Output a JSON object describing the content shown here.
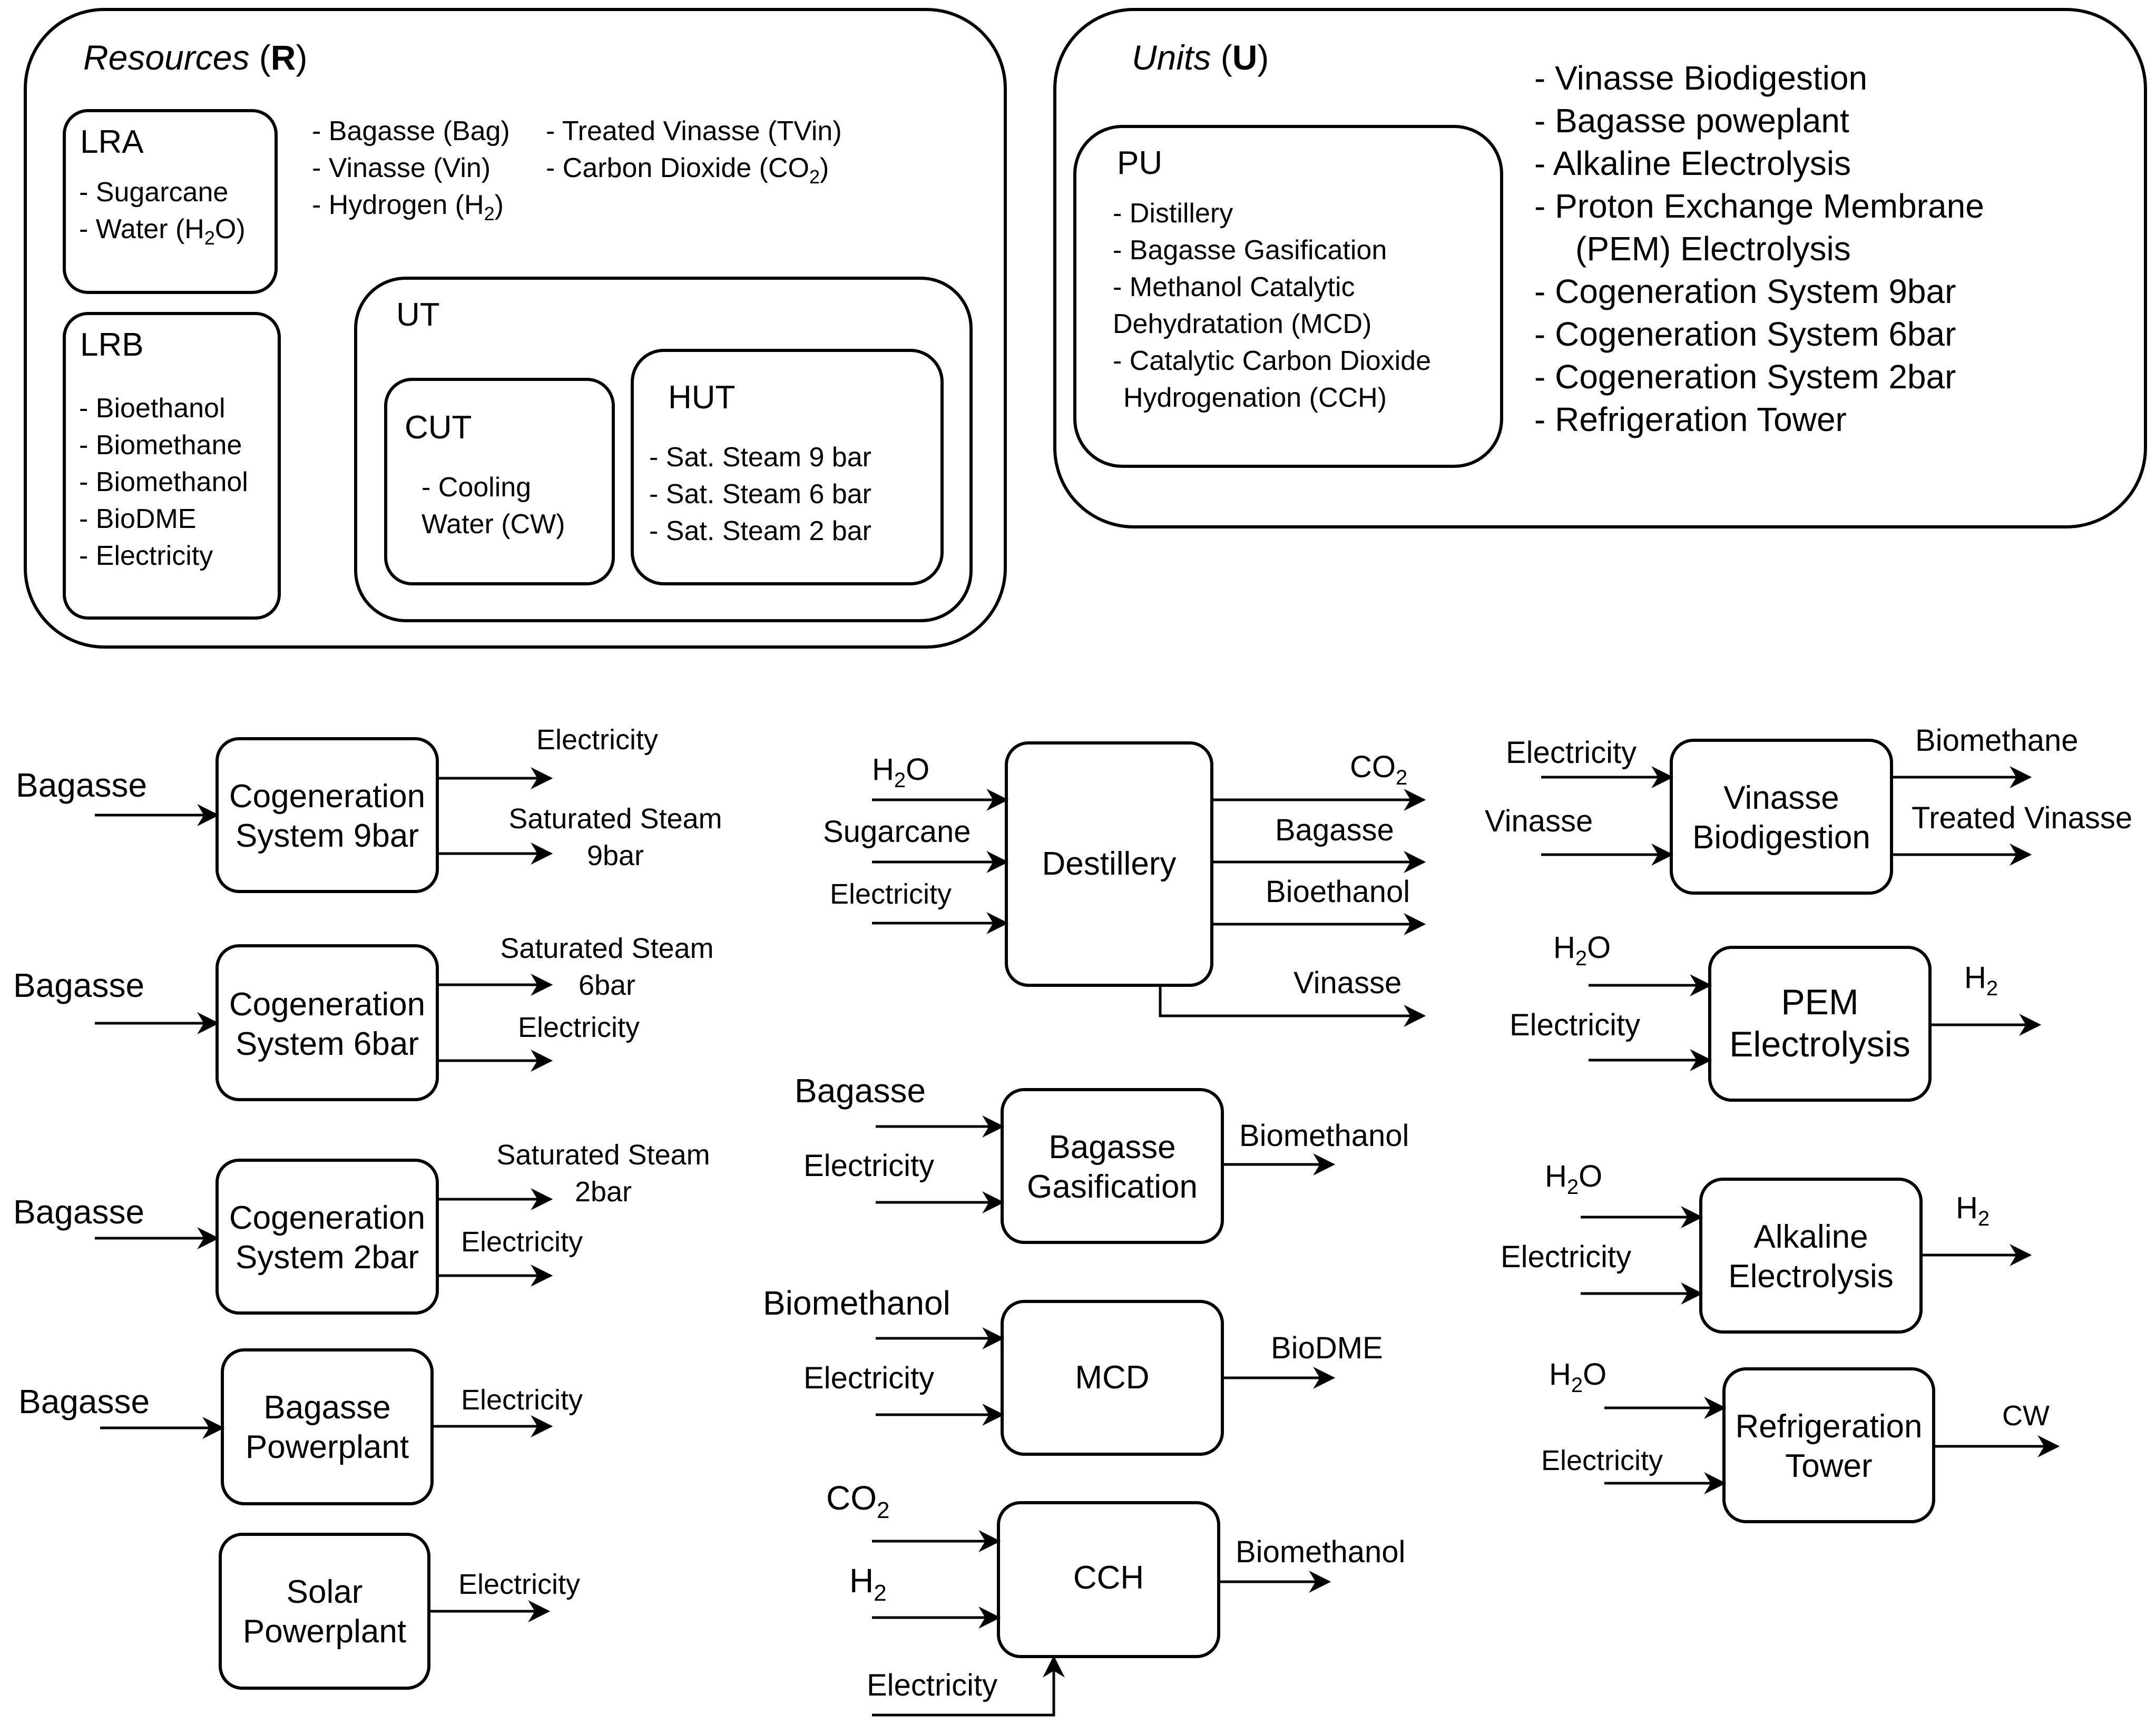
{
  "resources": {
    "title": "Resources",
    "symbol": "R",
    "lra": {
      "title": "LRA",
      "items": [
        "- Sugarcane",
        "- Water (H",
        "2",
        "O)"
      ]
    },
    "lrb": {
      "title": "LRB",
      "items": [
        "- Bioethanol",
        "- Biomethane",
        "- Biomethanol",
        "- BioDME",
        "- Electricity"
      ]
    },
    "other_items": {
      "bagasse": "- Bagasse (Bag)",
      "vinasse": "- Vinasse (Vin)",
      "hydrogen": "- Hydrogen (H",
      "hydrogen_sub": "2",
      "hydrogen_end": ")",
      "treated_vinasse": "- Treated Vinasse (TVin)",
      "co2": "- Carbon Dioxide (CO",
      "co2_sub": "2",
      "co2_end": ")"
    },
    "ut": {
      "title": "UT",
      "cut": {
        "title": "CUT",
        "line1": "- Cooling",
        "line2": "Water (CW)"
      },
      "hut": {
        "title": "HUT",
        "items": [
          "- Sat. Steam 9 bar",
          "- Sat. Steam 6 bar",
          "- Sat. Steam 2 bar"
        ]
      }
    }
  },
  "units": {
    "title": "Units",
    "symbol": "U",
    "pu": {
      "title": "PU",
      "items": [
        "- Distillery",
        "- Bagasse Gasification",
        "- Methanol Catalytic",
        "Dehydratation (MCD)",
        "- Catalytic Carbon Dioxide",
        "Hydrogenation (CCH)"
      ]
    },
    "other_units": [
      "- Vinasse Biodigestion",
      "- Bagasse poweplant",
      "- Alkaline Electrolysis",
      "- Proton Exchange Membrane",
      "(PEM) Electrolysis",
      "- Cogeneration System 9bar",
      "- Cogeneration System 6bar",
      "- Cogeneration System 2bar",
      "- Refrigeration Tower"
    ]
  },
  "processes": {
    "cogen9": {
      "name": [
        "Cogeneration",
        "System 9bar"
      ],
      "in": "Bagasse",
      "out1": "Electricity",
      "out2": [
        "Saturated Steam",
        "9bar"
      ]
    },
    "cogen6": {
      "name": [
        "Cogeneration",
        "System 6bar"
      ],
      "in": "Bagasse",
      "out1": [
        "Saturated Steam",
        "6bar"
      ],
      "out2": "Electricity"
    },
    "cogen2": {
      "name": [
        "Cogeneration",
        "System 2bar"
      ],
      "in": "Bagasse",
      "out1": [
        "Saturated Steam",
        "2bar"
      ],
      "out2": "Electricity"
    },
    "bagasse_powerplant": {
      "name": [
        "Bagasse",
        "Powerplant"
      ],
      "in": "Bagasse",
      "out": "Electricity"
    },
    "solar_powerplant": {
      "name": [
        "Solar",
        "Powerplant"
      ],
      "out": "Electricity"
    },
    "destillery": {
      "name": "Destillery",
      "in_h2o": "H",
      "in_h2o_sub": "2",
      "in_h2o_end": "O",
      "in_sugarcane": "Sugarcane",
      "in_electricity": "Electricity",
      "out_co2": "CO",
      "out_co2_sub": "2",
      "out_bagasse": "Bagasse",
      "out_bioethanol": "Bioethanol",
      "out_vinasse": "Vinasse"
    },
    "gasification": {
      "name": [
        "Bagasse",
        "Gasification"
      ],
      "in1": "Bagasse",
      "in2": "Electricity",
      "out": "Biomethanol"
    },
    "mcd": {
      "name": "MCD",
      "in1": "Biomethanol",
      "in2": "Electricity",
      "out": "BioDME"
    },
    "cch": {
      "name": "CCH",
      "in_co2": "CO",
      "in_co2_sub": "2",
      "in_h2": "H",
      "in_h2_sub": "2",
      "in_electricity": "Electricity",
      "out": "Biomethanol"
    },
    "biodigestion": {
      "name": [
        "Vinasse",
        "Biodigestion"
      ],
      "in1": "Electricity",
      "in2": "Vinasse",
      "out1": "Biomethane",
      "out2": "Treated Vinasse"
    },
    "pem": {
      "name": [
        "PEM",
        "Electrolysis"
      ],
      "in_h2o": "H",
      "in_h2o_sub": "2",
      "in_h2o_end": "O",
      "in2": "Electricity",
      "out": "H",
      "out_sub": "2"
    },
    "alkaline": {
      "name": [
        "Alkaline",
        "Electrolysis"
      ],
      "in_h2o": "H",
      "in_h2o_sub": "2",
      "in_h2o_end": "O",
      "in2": "Electricity",
      "out": "H",
      "out_sub": "2"
    },
    "refrigeration": {
      "name": [
        "Refrigeration",
        "Tower"
      ],
      "in_h2o": "H",
      "in_h2o_sub": "2",
      "in_h2o_end": "O",
      "in2": "Electricity",
      "out": "CW"
    }
  }
}
